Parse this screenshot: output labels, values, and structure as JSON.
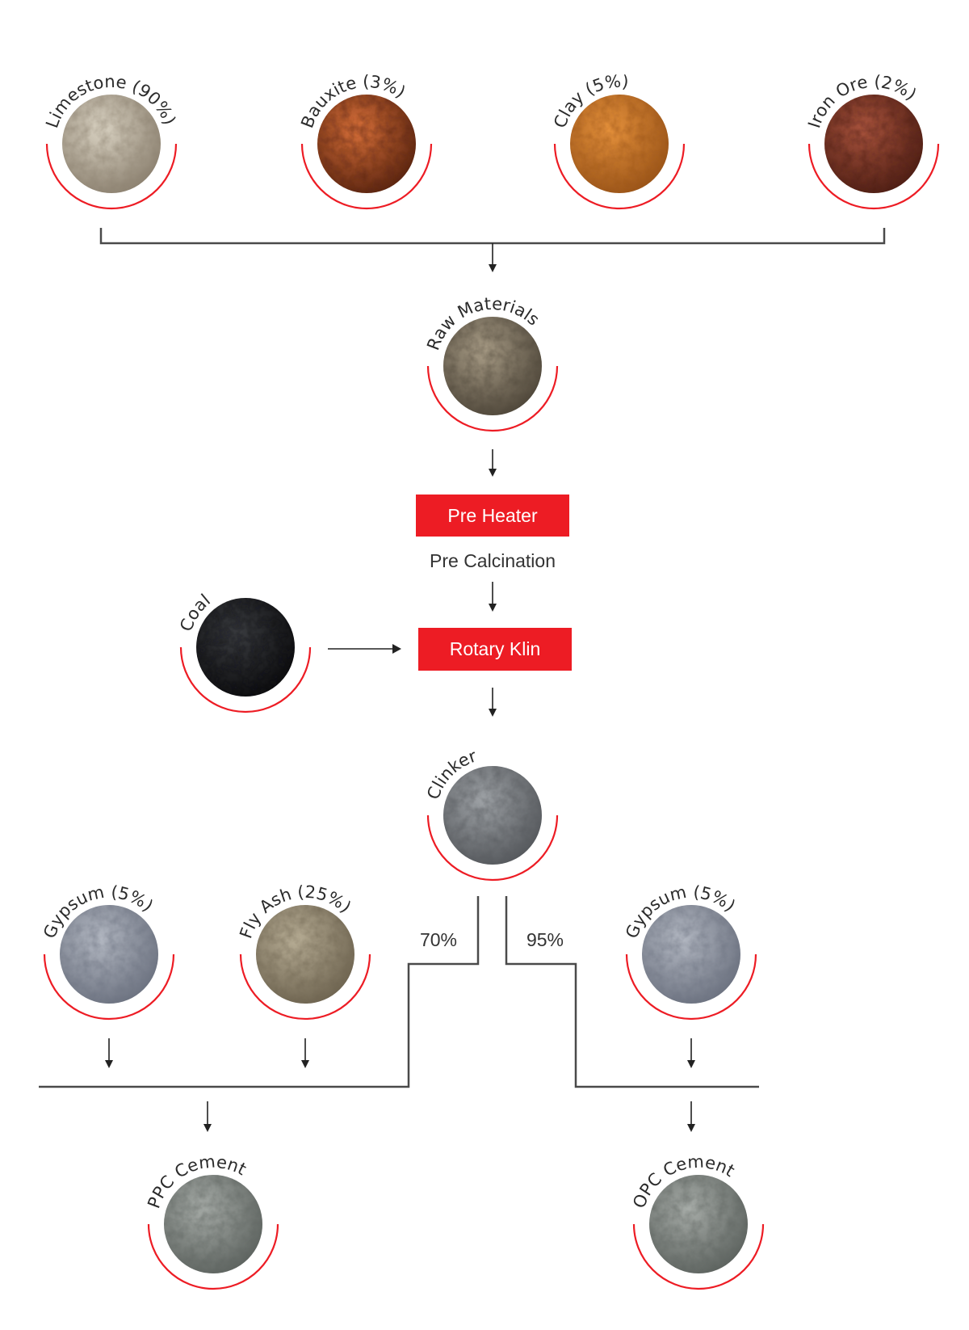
{
  "colors": {
    "accent": "#ed1c24",
    "line": "#4a4a4a",
    "text": "#2b2b2b"
  },
  "materials": [
    {
      "id": "limestone",
      "label": "Limestone (90%)",
      "color": "#d9d2c2",
      "dark": "#8c8170"
    },
    {
      "id": "bauxite",
      "label": "Bauxite (3%)",
      "color": "#d8703a",
      "dark": "#5a2410"
    },
    {
      "id": "clay",
      "label": "Clay (5%)",
      "color": "#e5913c",
      "dark": "#9a5418"
    },
    {
      "id": "iron-ore",
      "label": "Iron Ore (2%)",
      "color": "#a8533d",
      "dark": "#4e1e14"
    },
    {
      "id": "raw-materials",
      "label": "Raw Materials",
      "color": "#a89c86",
      "dark": "#4f473a"
    },
    {
      "id": "coal",
      "label": "Coal",
      "color": "#3a3c40",
      "dark": "#0d0d0f"
    },
    {
      "id": "clinker",
      "label": "Clinker",
      "color": "#9ea2a6",
      "dark": "#55585c"
    },
    {
      "id": "gypsum-ppc",
      "label": "Gypsum (5%)",
      "color": "#b3b8c2",
      "dark": "#6c7280"
    },
    {
      "id": "fly-ash",
      "label": "Fly Ash (25%)",
      "color": "#b7ad95",
      "dark": "#6e6450"
    },
    {
      "id": "gypsum-opc",
      "label": "Gypsum (5%)",
      "color": "#b3b8c2",
      "dark": "#6c7280"
    },
    {
      "id": "ppc-cement",
      "label": "PPC Cement",
      "color": "#a7aca8",
      "dark": "#5d635f"
    },
    {
      "id": "opc-cement",
      "label": "OPC Cement",
      "color": "#a7aca8",
      "dark": "#5d635f"
    }
  ],
  "process": {
    "pre_heater": "Pre Heater",
    "pre_calcination": "Pre Calcination",
    "rotary_kiln": "Rotary Klin"
  },
  "splits": {
    "ppc_share": "70%",
    "opc_share": "95%"
  }
}
